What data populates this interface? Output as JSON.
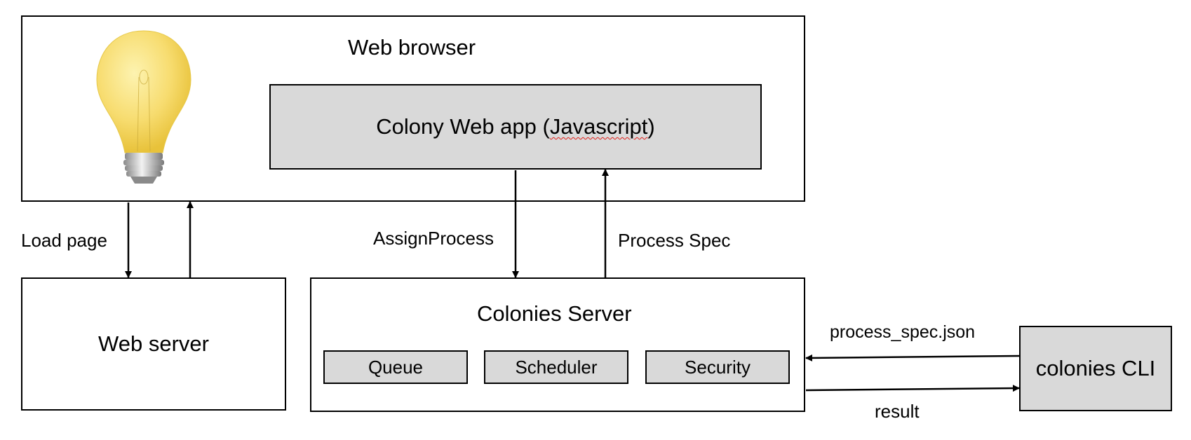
{
  "browser": {
    "title": "Web browser",
    "app_prefix": "Colony Web app (",
    "app_highlight": "Javascript",
    "app_suffix": ")"
  },
  "arrows": {
    "load_page": "Load page",
    "assign_process": "AssignProcess",
    "process_spec": "Process Spec",
    "process_spec_json": "process_spec.json",
    "result": "result"
  },
  "web_server": {
    "title": "Web server"
  },
  "colonies_server": {
    "title": "Colonies Server",
    "components": [
      "Queue",
      "Scheduler",
      "Security"
    ]
  },
  "cli": {
    "title": "colonies CLI"
  },
  "colors": {
    "box_fill": "#d9d9d9",
    "border": "#000000",
    "spell_underline": "#e0201b",
    "bulb": "#f7dc6f"
  },
  "icons": {
    "bulb": "light-bulb-icon"
  }
}
